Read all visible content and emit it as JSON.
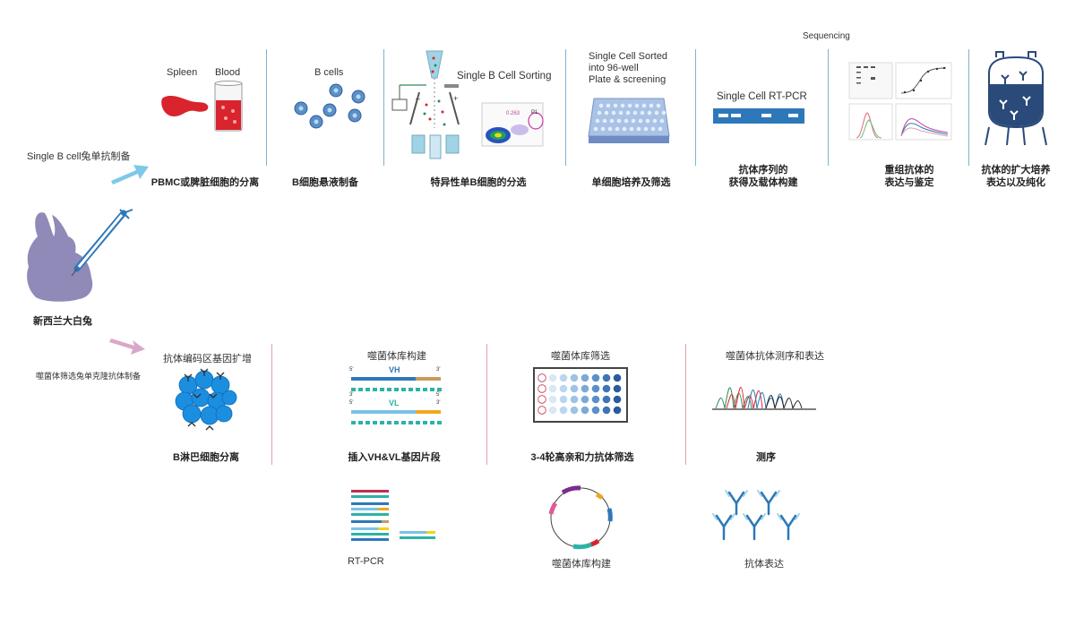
{
  "top_flow": {
    "side_label": "Single B cell兔单抗制备",
    "sequencing_label": "Sequencing",
    "spleen_label": "Spleen",
    "blood_label": "Blood",
    "bcells_label": "B cells",
    "sorting_label": "Single B Cell Sorting",
    "sort_value": "0.263",
    "sort_gate": "P1",
    "sorted_label_1": "Single Cell Sorted",
    "sorted_label_2": "into 96-well",
    "sorted_label_3": "Plate & screening",
    "rtpcr_label": "Single Cell RT-PCR",
    "steps": [
      "PBMC或脾脏细胞的分离",
      "B细胞悬液制备",
      "特异性单B细胞的分选",
      "单细胞培养及筛选",
      "抗体序列的",
      "获得及载体构建",
      "重组抗体的",
      "表达与鉴定",
      "抗体的扩大培养",
      "表达以及纯化"
    ]
  },
  "rabbit_label": "新西兰大白兔",
  "bottom_flow": {
    "side_label": "噬菌体筛选兔单克隆抗体制备",
    "steps": [
      {
        "title": "抗体编码区基因扩增",
        "caption": "B淋巴细胞分离"
      },
      {
        "title": "噬菌体库构建",
        "caption": "插入VH&VL基因片段"
      },
      {
        "title": "噬菌体库筛选",
        "caption": "3-4轮高亲和力抗体筛选"
      },
      {
        "title": "噬菌体抗体测序和表达",
        "caption": "测序"
      }
    ],
    "vh_label": "VH",
    "vl_label": "VL",
    "prime5": "5'",
    "prime3": "3'",
    "lower": [
      "RT-PCR",
      "噬菌体库构建",
      "抗体表达"
    ]
  },
  "colors": {
    "accent_blue": "#2d78b9",
    "navy": "#2a4a7a",
    "red": "#d92a3a",
    "rabbit": "#8f8ab8",
    "arrow_top": "#7ec8ea",
    "arrow_bottom": "#d9a8c8"
  }
}
